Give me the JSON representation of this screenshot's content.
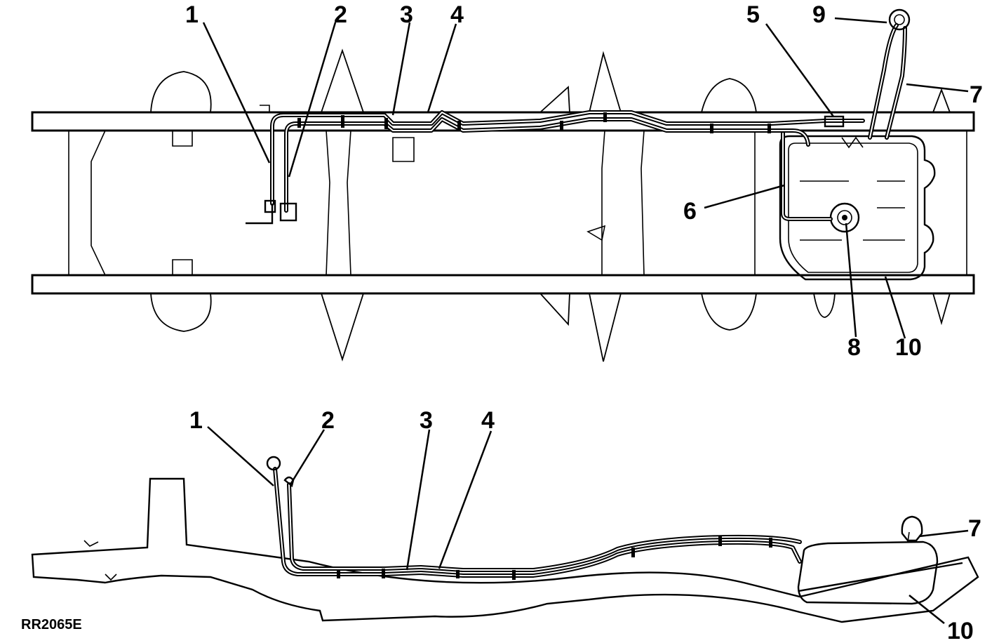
{
  "reference_code": "RR2065E",
  "top_view": {
    "callouts": [
      "1",
      "2",
      "3",
      "4",
      "5",
      "6",
      "7",
      "8",
      "9",
      "10"
    ]
  },
  "side_view": {
    "callouts": [
      "1",
      "2",
      "3",
      "4",
      "7",
      "10"
    ]
  }
}
